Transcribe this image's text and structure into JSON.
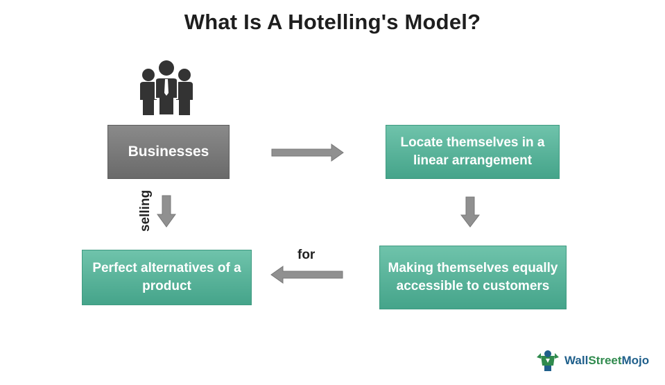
{
  "title": "What Is A Hotelling's Model?",
  "nodes": {
    "businesses": "Businesses",
    "locate": "Locate themselves in a linear arrangement",
    "accessible": "Making themselves equally accessible to customers",
    "alternatives": "Perfect alternatives of a product"
  },
  "edge_labels": {
    "selling": "selling",
    "for": "for"
  },
  "icons": {
    "people": "people-group-icon",
    "logo": "wallstreetmojo-logo-icon"
  },
  "logo": {
    "text_part1": "Wall",
    "text_part2": "Street",
    "text_part3": "Mojo"
  },
  "colors": {
    "dark_box": "#777777",
    "teal_box": "#52b096",
    "arrow": "#8f8f8f"
  }
}
